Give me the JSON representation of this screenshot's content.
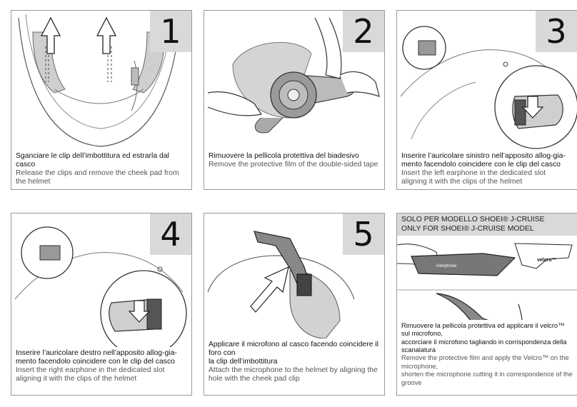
{
  "steps": [
    {
      "number": "1",
      "caption_it": [
        "Sganciare le clip dell’imbottitura ed estrarla dal",
        "casco"
      ],
      "caption_en": [
        "Release the clips and remove the cheek pad from",
        "the helmet"
      ]
    },
    {
      "number": "2",
      "caption_it": [
        "Rimuovere la pellicola protettiva del biadesivo"
      ],
      "caption_en": [
        "Remove the protective film of the double-sided tape"
      ]
    },
    {
      "number": "3",
      "caption_it": [
        "Inserire l’auricolare sinistro nell’apposito allog-gia-",
        "mento facendolo coincidere con le clip del casco"
      ],
      "caption_en": [
        "Insert the left earphone in the dedicated slot",
        "aligning it with the clips of the helmet"
      ]
    },
    {
      "number": "4",
      "caption_it": [
        "Inserire l’auricolare destro nell’apposito allog-gia-",
        "mento facendolo coincidere con le clip del casco"
      ],
      "caption_en": [
        "Insert the right earphone in the dedicated slot",
        "aligning it with the clips of the helmet"
      ]
    },
    {
      "number": "5",
      "caption_it": [
        "Applicare il microfono al casco facendo coincidere il foro con",
        "la clip dell’imbottitura"
      ],
      "caption_en": [
        "Attach the microphone to the helmet by aligning the",
        "hole with the cheek pad clip"
      ]
    }
  ],
  "special": {
    "header_it": "SOLO PER MODELLO SHOEI® J-CRUISE",
    "header_en": "ONLY FOR SHOEI® J-CRUISE MODEL",
    "tag_label": "velcro™",
    "mic_brand": "interphone",
    "caption_it": [
      "Rimuovere la pellicola protettiva ed applicare il velcro™ sul microfono,",
      "accorciare il microfono tagliando in corrispondenza della scanalatura"
    ],
    "caption_en": [
      "Remove the protective film and apply the Velcro™ on the microphone,",
      "shorten the microphone cutting it in correspondence of the groove"
    ]
  }
}
